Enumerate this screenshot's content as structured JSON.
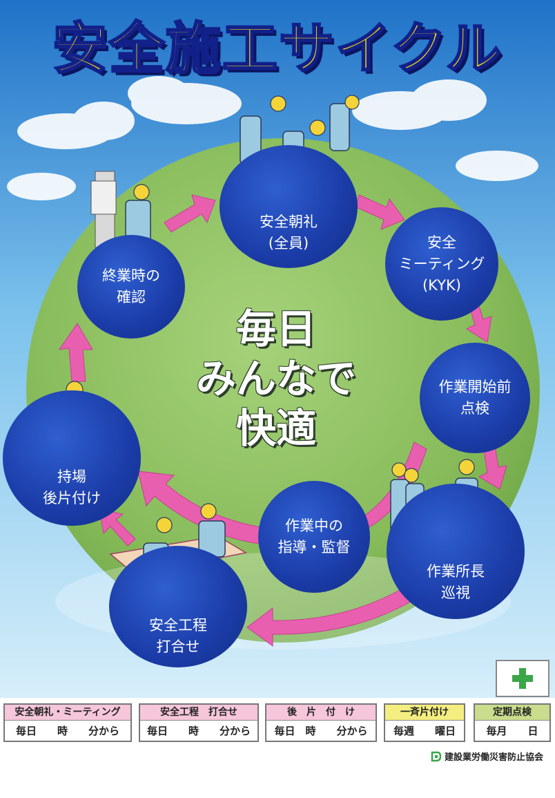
{
  "title": "安全施工サイクル",
  "center": {
    "line1": "毎日",
    "line2": "みんなで",
    "line3": "快適"
  },
  "steps": [
    {
      "label": "安全朝礼\n(全員)"
    },
    {
      "label": "安全\nミーティング\n(KYK)"
    },
    {
      "label": "作業開始前\n点検"
    },
    {
      "label": "作業所長\n巡視"
    },
    {
      "label": "作業中の\n指導・監督"
    },
    {
      "label": "安全工程\n打合せ"
    },
    {
      "label": "持場\n後片付け"
    },
    {
      "label": "終業時の\n確認"
    }
  ],
  "schedule": [
    {
      "header": "安全朝礼・ミーティング",
      "body": "毎日　　時　　分から",
      "color": "#f6c6da"
    },
    {
      "header": "安全工程　打合せ",
      "body": "毎日　　時　　分から",
      "color": "#f6c6da"
    },
    {
      "header": "後　片　付　け",
      "body": "毎日　時　　分から",
      "color": "#f6c6da"
    },
    {
      "header": "一斉片付け",
      "body": "毎週　　曜日",
      "color": "#f4ee80"
    },
    {
      "header": "定期点検",
      "body": "毎月　　日",
      "color": "#c9dd8c"
    }
  ],
  "footer": {
    "org": "建設業労働災害防止協会"
  },
  "colors": {
    "sky_top": "#1f72c8",
    "sky_bottom": "#bfe4f5",
    "ring": "#88bb5c",
    "step_circle": "#1b3ca8",
    "arrow": "#e95fb0",
    "title_fill": "#ffe900",
    "title_stroke": "#12208a",
    "safety_cross": "#3aa648"
  },
  "icons": [
    "safety-cross-icon",
    "association-logo-icon"
  ]
}
